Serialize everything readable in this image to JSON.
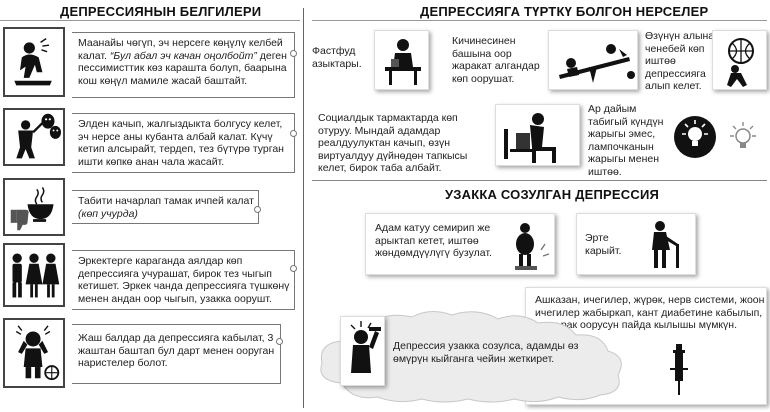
{
  "left": {
    "title": "ДЕПРЕССИЯНЫН БЕЛГИЛЕРИ",
    "items": [
      {
        "text_before": "Маанайы чөгүп, эч нерсеге көңүлү келбей калат. ",
        "quote": "“Бул абал эч качан оңолбойт”",
        "text_after": " деген пессимисттик көз карашта болуп, баарына кош көңүл мамиле жасай баштайт.",
        "icon": "sad-person-icon"
      },
      {
        "text": "Элден качып, жалгыздыкта болгусу келет, эч нерсе аны кубанта албай калат. Күчү кетип алсырайт, тердеп, тез бүтүрө турган ишти көпкө анан чала жасайт.",
        "icon": "theater-masks-icon"
      },
      {
        "text": "Табити начарлап тамак ичпей калат",
        "note": "(көп учурда)",
        "icon": "food-thumbs-down-icon"
      },
      {
        "text": "Эркектерге караганда аялдар көп депрессияга учурашат, бирок тез чыгып кетишет. Эркек чанда депрессияга түшкөнү менен андан оор чыгып, узакка оорушт.",
        "icon": "man-women-icon"
      },
      {
        "text": "Жаш балдар да депрессияга кабылат, 3 жаштан баштап бул дарт менен ооруган наристелер болот.",
        "icon": "crying-child-icon"
      }
    ]
  },
  "right_top": {
    "title": "ДЕПРЕССИЯГА ТҮРТКҮ БОЛГОН НЕРСЕЛЕР",
    "fastfood": "Фастфуд азыктары.",
    "relatives": "Кичинесинен башына оор жаракат алгандар көп оорушат.",
    "health": "Өзүнүн алына ченебей көп иштөө депрессияга алып келет.",
    "social": "Социалдык тармактарда көп отуруу. Мындай адамдар реалдуулуктан качып, өзүн виртуалдуу дүйнөдөн тапкысы келет, бирок таба албайт.",
    "light": "Ар дайым табигый күндүн жарыгы эмес, лампочканын жарыгы менен иштөө."
  },
  "right_bottom": {
    "title": "УЗАККА СОЗУЛГАН ДЕПРЕССИЯ",
    "weight": "Адам катуу семирип же арыктап кетет, иштөө жөндөмдүүлүгү бузулат.",
    "aging": "Эрте карыйт.",
    "organs": "Ашказан, ичегилер, жүрөк, нерв системи, жоон ичегилер жабыркап, кант диабетине кабылып, аягы рак оорусун пайда кылышы мүмкүн.",
    "suicide": "Депрессия узакка созулса, адамды өз өмүрүн кыйганга чейин жеткирет."
  }
}
